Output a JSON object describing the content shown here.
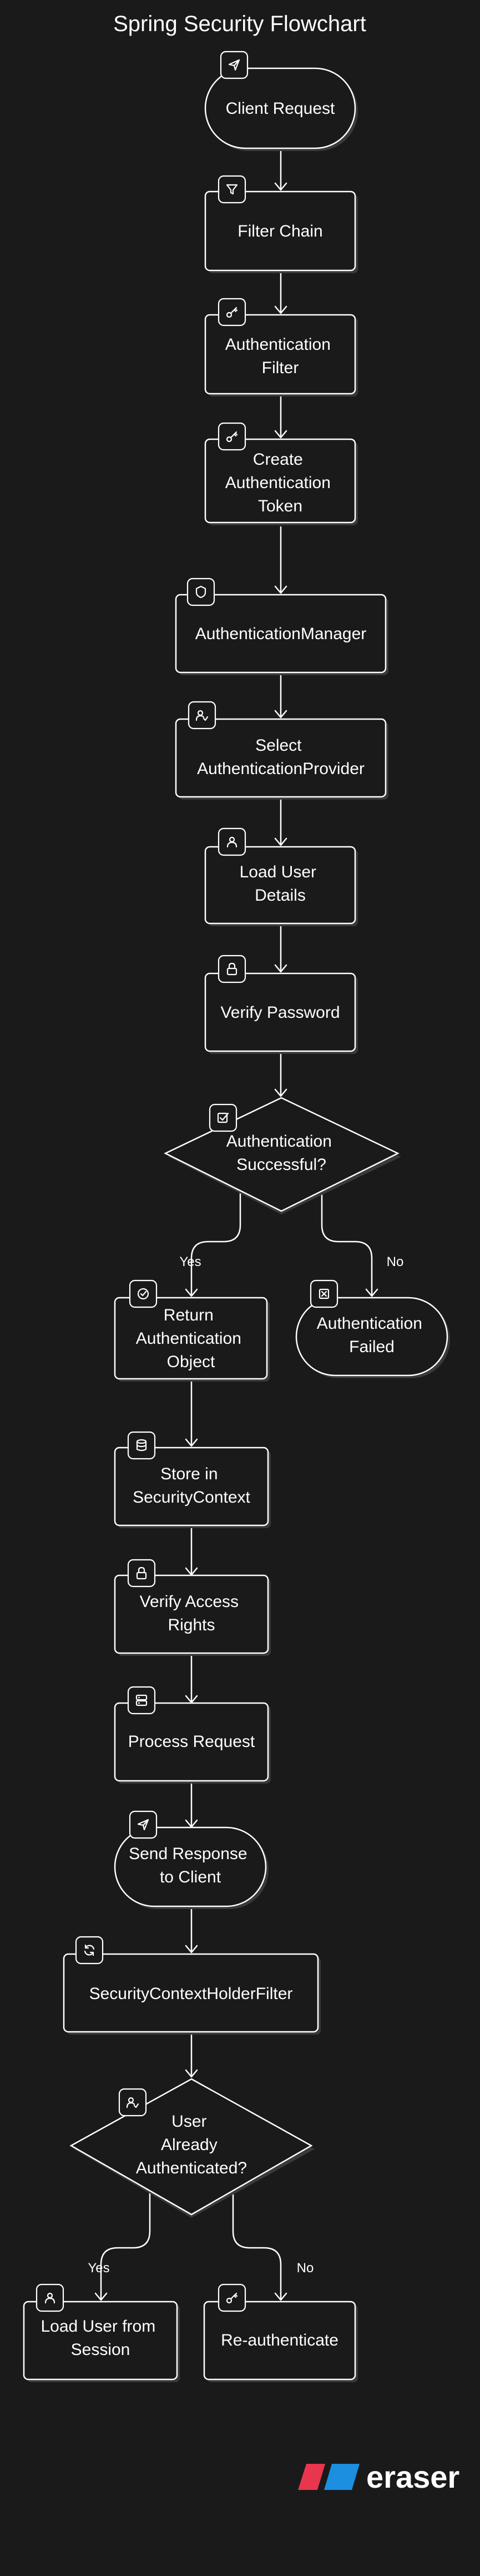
{
  "title": "Spring Security Flowchart",
  "nodes": {
    "client_request": [
      "Client Request"
    ],
    "filter_chain": [
      "Filter Chain"
    ],
    "authentication_filter": [
      "Authentication",
      "Filter"
    ],
    "create_token": [
      "Create",
      "Authentication",
      "Token"
    ],
    "authentication_manager": [
      "AuthenticationManager"
    ],
    "select_provider": [
      "Select",
      "AuthenticationProvider"
    ],
    "load_user_details": [
      "Load User",
      "Details"
    ],
    "verify_password": [
      "Verify Password"
    ],
    "auth_successful": [
      "Authentication",
      "Successful?"
    ],
    "return_auth_object": [
      "Return",
      "Authentication",
      "Object"
    ],
    "auth_failed": [
      "Authentication",
      "Failed"
    ],
    "store_context": [
      "Store in",
      "SecurityContext"
    ],
    "verify_access": [
      "Verify Access",
      "Rights"
    ],
    "process_request": [
      "Process Request"
    ],
    "send_response": [
      "Send Response",
      "to Client"
    ],
    "holder_filter": [
      "SecurityContextHolderFilter"
    ],
    "user_authenticated": [
      "User",
      "Already",
      "Authenticated?"
    ],
    "load_from_session": [
      "Load User from",
      "Session"
    ],
    "reauthenticate": [
      "Re-authenticate"
    ]
  },
  "edge_labels": {
    "auth_yes": "Yes",
    "auth_no": "No",
    "session_yes": "Yes",
    "session_no": "No"
  },
  "icons": {
    "client_request": "send-icon",
    "filter_chain": "filter-icon",
    "authentication_filter": "key-icon",
    "create_token": "key-icon",
    "authentication_manager": "shield-icon",
    "select_provider": "user-check-icon",
    "load_user_details": "user-icon",
    "verify_password": "lock-icon",
    "auth_successful": "check-square-icon",
    "return_auth_object": "check-circle-icon",
    "auth_failed": "x-square-icon",
    "store_context": "database-icon",
    "verify_access": "lock-icon",
    "process_request": "server-icon",
    "send_response": "send-icon",
    "holder_filter": "refresh-icon",
    "user_authenticated": "user-check-icon",
    "load_from_session": "user-icon",
    "reauthenticate": "key-icon"
  },
  "brand": {
    "name": "eraser",
    "colors": [
      "#e8364f",
      "#1d8fe0"
    ]
  },
  "colors": {
    "background": "#1a1a1a",
    "stroke": "#ffffff",
    "shadow": "#3a3a3a"
  }
}
